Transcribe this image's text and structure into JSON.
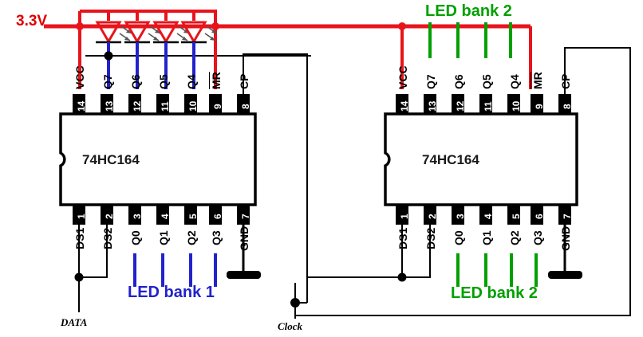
{
  "diagram": {
    "title": "74HC164 dual shift register LED driver schematic",
    "colors": {
      "power_rail": "#e8141c",
      "led_bank_1": "#2222cc",
      "led_bank_2": "#00a000",
      "wire": "#000000",
      "chip_body": "#ffffff",
      "chip_outline": "#000000",
      "pin_box": "#000000",
      "pin_number_text": "#ffffff",
      "chip_label": "#1a1a1a"
    },
    "power": {
      "label": "3.3V"
    },
    "signals": {
      "data": "DATA",
      "clock": "Clock"
    },
    "bank_labels": {
      "bank1": "LED bank 1",
      "bank2_top": "LED bank 2",
      "bank2_bottom": "LED bank 2"
    },
    "chips": [
      {
        "id": "U1",
        "name": "74HC164",
        "side": "left",
        "top_pins": [
          {
            "number": "14",
            "name": "VCC",
            "overline": false
          },
          {
            "number": "13",
            "name": "Q7",
            "overline": false
          },
          {
            "number": "12",
            "name": "Q6",
            "overline": false
          },
          {
            "number": "11",
            "name": "Q5",
            "overline": false
          },
          {
            "number": "10",
            "name": "Q4",
            "overline": false
          },
          {
            "number": "9",
            "name": "MR",
            "overline": true
          },
          {
            "number": "8",
            "name": "CP",
            "overline": false
          }
        ],
        "bottom_pins": [
          {
            "number": "1",
            "name": "DS1"
          },
          {
            "number": "2",
            "name": "DS2"
          },
          {
            "number": "3",
            "name": "Q0"
          },
          {
            "number": "4",
            "name": "Q1"
          },
          {
            "number": "5",
            "name": "Q2"
          },
          {
            "number": "6",
            "name": "Q3"
          },
          {
            "number": "7",
            "name": "GND"
          }
        ]
      },
      {
        "id": "U2",
        "name": "74HC164",
        "side": "right",
        "top_pins": [
          {
            "number": "14",
            "name": "VCC",
            "overline": false
          },
          {
            "number": "13",
            "name": "Q7",
            "overline": false
          },
          {
            "number": "12",
            "name": "Q6",
            "overline": false
          },
          {
            "number": "11",
            "name": "Q5",
            "overline": false
          },
          {
            "number": "10",
            "name": "Q4",
            "overline": false
          },
          {
            "number": "9",
            "name": "MR",
            "overline": true
          },
          {
            "number": "8",
            "name": "CP",
            "overline": false
          }
        ],
        "bottom_pins": [
          {
            "number": "1",
            "name": "DS1"
          },
          {
            "number": "2",
            "name": "DS2"
          },
          {
            "number": "3",
            "name": "Q0"
          },
          {
            "number": "4",
            "name": "Q1"
          },
          {
            "number": "5",
            "name": "Q2"
          },
          {
            "number": "6",
            "name": "Q3"
          },
          {
            "number": "7",
            "name": "GND"
          }
        ]
      }
    ],
    "leds": {
      "top_left_count": 4,
      "description": "four LED symbols on 3.3V rail above left chip Q7..Q4 pins"
    }
  }
}
